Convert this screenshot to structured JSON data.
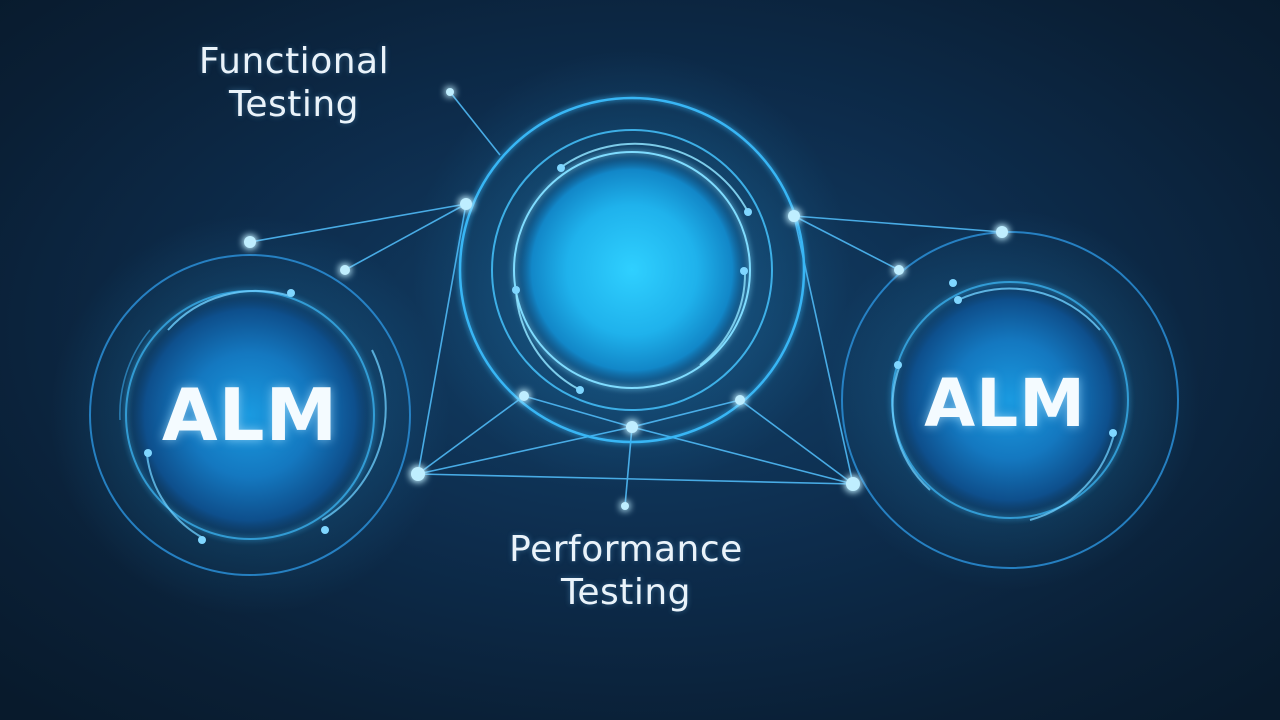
{
  "labels": {
    "functional_line1": "Functional",
    "functional_line2": "Testing",
    "performance_line1": "Performance",
    "performance_line2": "Testing",
    "alm_left": "ALM",
    "alm_right": "ALM"
  },
  "colors": {
    "background": "#0a2036",
    "glow": "#39c4ff",
    "line": "#4fb9f5",
    "node": "#bfeeff",
    "text": "#eaf3fa"
  }
}
